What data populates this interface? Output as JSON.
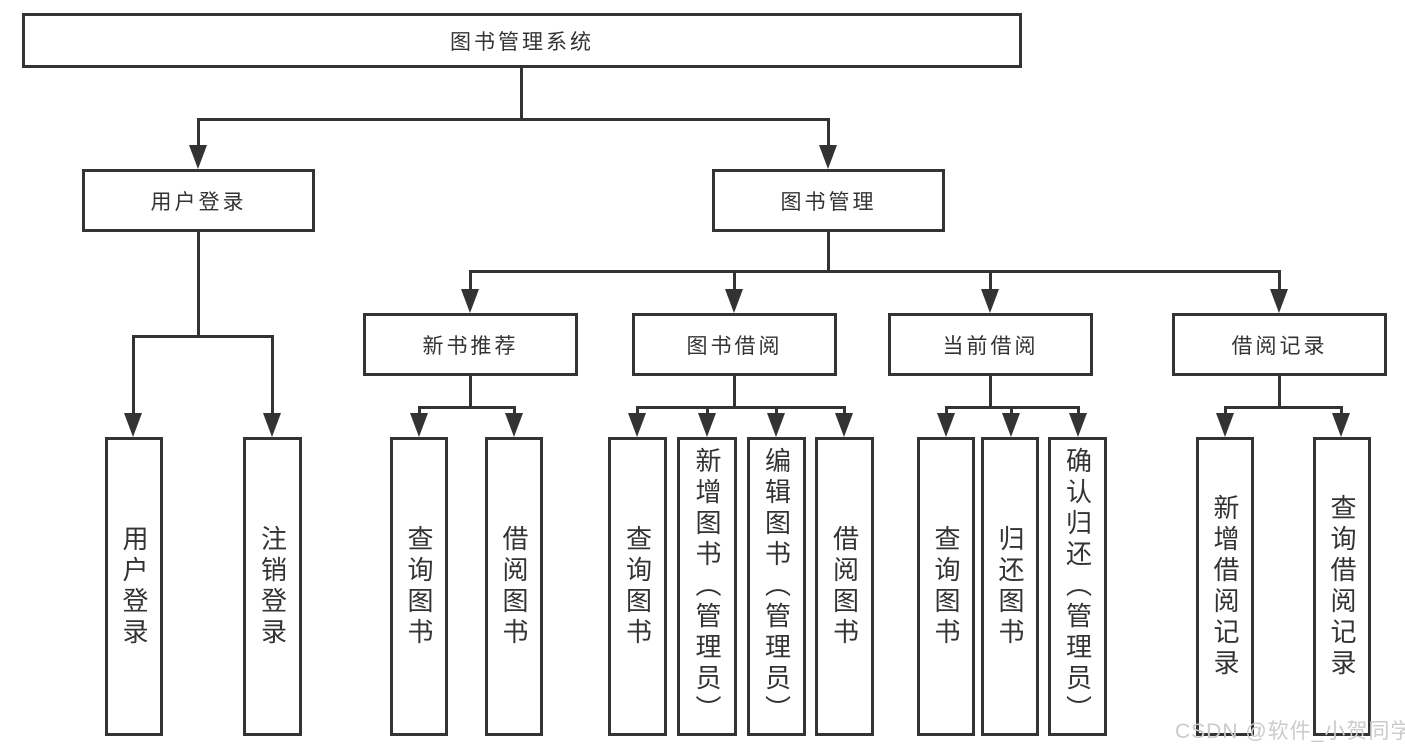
{
  "tree": {
    "root": "图书管理系统",
    "branches": [
      {
        "label": "用户登录",
        "children": [
          "用户登录",
          "注销登录"
        ]
      },
      {
        "label": "图书管理",
        "children": [
          {
            "label": "新书推荐",
            "children": [
              "查询图书",
              "借阅图书"
            ]
          },
          {
            "label": "图书借阅",
            "children": [
              "查询图书",
              "新增图书（管理员）",
              "编辑图书（管理员）",
              "借阅图书"
            ]
          },
          {
            "label": "当前借阅",
            "children": [
              "查询图书",
              "归还图书",
              "确认归还（管理员）"
            ]
          },
          {
            "label": "借阅记录",
            "children": [
              "新增借阅记录",
              "查询借阅记录"
            ]
          }
        ]
      }
    ]
  },
  "watermark": "CSDN @软件_小贺同学",
  "colors": {
    "line": "#333333",
    "text": "#333333",
    "watermark": "#cbcbcf",
    "background": "#ffffff"
  }
}
